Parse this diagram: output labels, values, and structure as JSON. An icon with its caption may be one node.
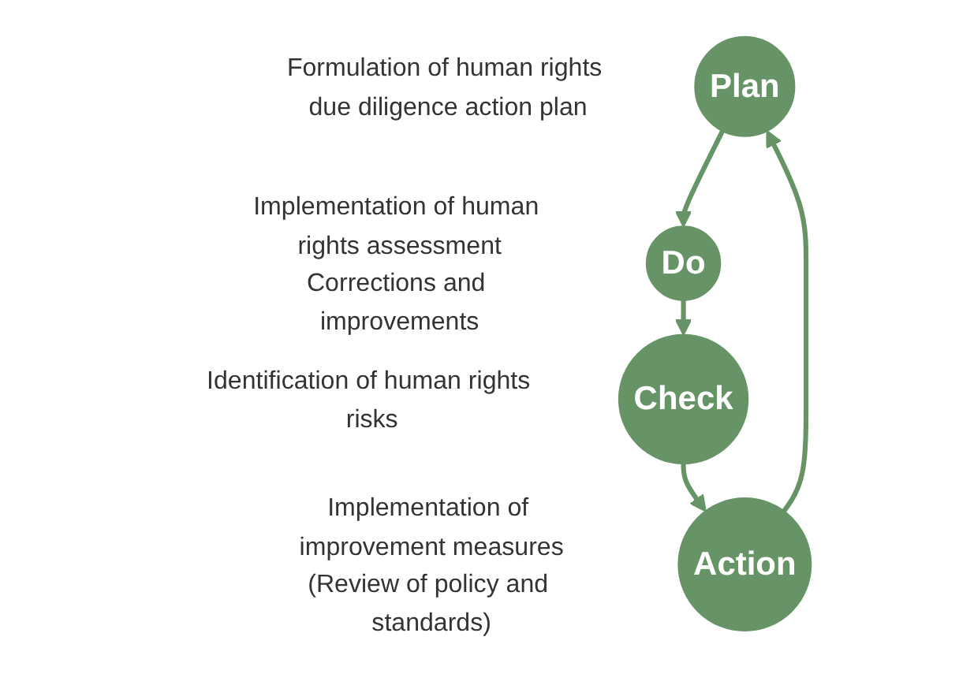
{
  "diagram": {
    "nodes": [
      {
        "text": [
          "Plan"
        ],
        "beside": [
          "Formulation of human rights due diligence action plan"
        ]
      },
      {
        "text": [
          "Do"
        ],
        "beside": [
          "Implementation of human rights assessment",
          "Corrections and improvements"
        ]
      },
      {
        "text": [
          "Check"
        ],
        "beside": [
          "Identification of human rights risks"
        ]
      },
      {
        "text": [
          "Action"
        ],
        "beside": [
          "Implementation of improvement measures",
          "(Review of policy and standards)"
        ]
      }
    ],
    "edges": [
      {
        "from": 0,
        "to": 1,
        "arrow": "to"
      },
      {
        "from": 1,
        "to": 2,
        "arrow": "to"
      },
      {
        "from": 2,
        "to": 3,
        "arrow": "to"
      },
      {
        "from": 3,
        "to": 0,
        "arrow": "to"
      }
    ]
  }
}
